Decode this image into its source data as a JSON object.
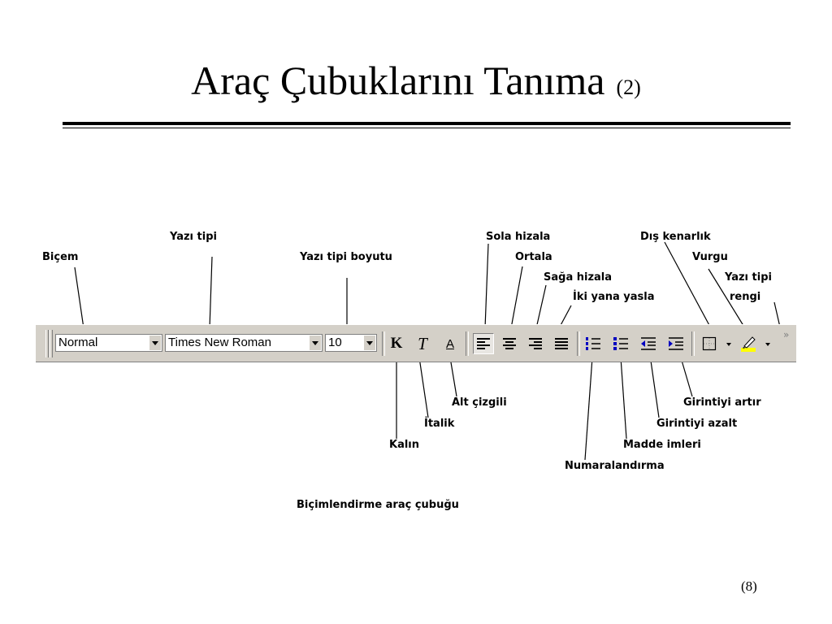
{
  "slide": {
    "title": "Araç Çubuklarını Tanıma",
    "title_number": "(2)",
    "page_number": "(8)",
    "caption": "Biçimlendirme araç çubuğu"
  },
  "toolbar": {
    "style_value": "Normal",
    "font_value": "Times New Roman",
    "size_value": "10",
    "bold_glyph": "K",
    "italic_glyph": "T",
    "underline_glyph": "A",
    "chevron_glyph": "»"
  },
  "labels": {
    "bicem": "Biçem",
    "yazi_tipi": "Yazı tipi",
    "yazi_tipi_boyutu": "Yazı tipi boyutu",
    "sola_hizala": "Sola hizala",
    "ortala": "Ortala",
    "saga_hizala": "Sağa hizala",
    "iki_yana_yasla": "İki yana yasla",
    "dis_kenarlik": "Dış kenarlık",
    "vurgu": "Vurgu",
    "yazi_tipi_rengi_1": "Yazı tipi",
    "yazi_tipi_rengi_2": "rengi",
    "alt_cizgili": "Alt çizgili",
    "italik": "İtalik",
    "kalin": "Kalın",
    "girintiyi_artir": "Girintiyi artır",
    "girintiyi_azalt": "Girintiyi azalt",
    "madde_imleri": "Madde imleri",
    "numaralandirma": "Numaralandırma"
  },
  "colors": {
    "toolbar_bg": "#d4d0c8",
    "highlight_yellow": "#ffff00",
    "bullet_blue": "#0000c0"
  },
  "icons": [
    "align-left-icon",
    "align-center-icon",
    "align-right-icon",
    "justify-icon",
    "numbering-icon",
    "bullets-icon",
    "decrease-indent-icon",
    "increase-indent-icon",
    "border-icon",
    "highlight-icon",
    "font-color-icon"
  ]
}
